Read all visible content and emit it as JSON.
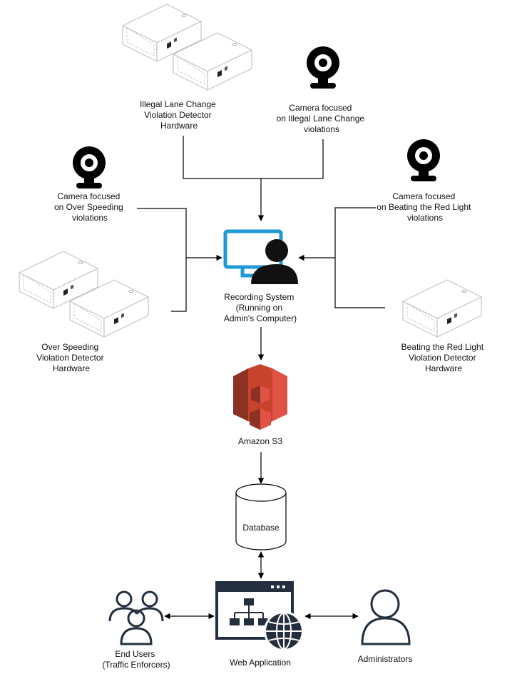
{
  "nodes": {
    "lane_hardware": {
      "label": [
        "Illegal Lane Change",
        "Violation Detector",
        "Hardware"
      ]
    },
    "lane_camera": {
      "label": [
        "Camera focused",
        "on Illegal Lane Change",
        "violations"
      ]
    },
    "speed_camera": {
      "label": [
        "Camera focused",
        "on Over Speeding",
        "violations"
      ]
    },
    "redlight_camera": {
      "label": [
        "Camera focused",
        "on Beating the Red Light",
        "violations"
      ]
    },
    "recording_system": {
      "label": [
        "Recording System",
        "(Running on",
        "Admin's Computer)"
      ]
    },
    "speed_hardware": {
      "label": [
        "Over Speeding",
        "Violation Detector",
        "Hardware"
      ]
    },
    "redlight_hardware": {
      "label": [
        "Beating the Red Light",
        "Violation Detector",
        "Hardware"
      ]
    },
    "s3": {
      "label": [
        "Amazon S3"
      ]
    },
    "database": {
      "label": [
        "Database"
      ]
    },
    "end_users": {
      "label": [
        "End Users",
        "(Traffic Enforcers)"
      ]
    },
    "web_app": {
      "label": [
        "Web Application"
      ]
    },
    "admins": {
      "label": [
        "Administrators"
      ]
    }
  },
  "edges": [
    {
      "from": "lane_hardware",
      "to": "recording_system",
      "direction": "one-way"
    },
    {
      "from": "lane_camera",
      "to": "recording_system",
      "direction": "one-way"
    },
    {
      "from": "speed_camera",
      "to": "recording_system",
      "direction": "one-way"
    },
    {
      "from": "speed_hardware",
      "to": "recording_system",
      "direction": "one-way"
    },
    {
      "from": "redlight_camera",
      "to": "recording_system",
      "direction": "one-way"
    },
    {
      "from": "redlight_hardware",
      "to": "recording_system",
      "direction": "one-way"
    },
    {
      "from": "recording_system",
      "to": "s3",
      "direction": "one-way"
    },
    {
      "from": "s3",
      "to": "database",
      "direction": "one-way"
    },
    {
      "from": "database",
      "to": "web_app",
      "direction": "two-way"
    },
    {
      "from": "end_users",
      "to": "web_app",
      "direction": "two-way"
    },
    {
      "from": "web_app",
      "to": "admins",
      "direction": "two-way"
    }
  ],
  "colors": {
    "monitor_blue": "#1f9ad6",
    "s3_dark": "#8c3123",
    "s3_mid": "#c7432b",
    "s3_light": "#e05243",
    "webapp_dark": "#232f3e"
  },
  "icons": {
    "lane_hardware": "hardware-box-icon",
    "speed_hardware": "hardware-box-icon",
    "redlight_hardware": "hardware-box-icon",
    "cameras": "webcam-icon",
    "recording_system": "computer-user-icon",
    "s3": "amazon-s3-bucket-icon",
    "database": "database-cylinder-icon",
    "end_users": "users-group-icon",
    "web_app": "web-application-icon",
    "admins": "user-icon"
  }
}
